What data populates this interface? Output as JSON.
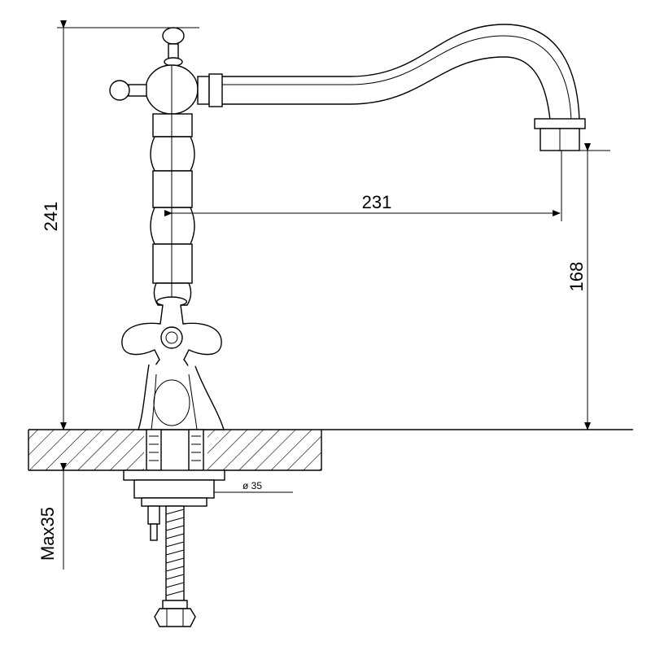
{
  "dimensions": {
    "overall_height": "241",
    "spout_reach": "231",
    "spout_height": "168",
    "max_thickness": "Max35",
    "hole_diameter": "ø 35"
  },
  "colors": {
    "line": "#000000",
    "background": "#ffffff"
  }
}
